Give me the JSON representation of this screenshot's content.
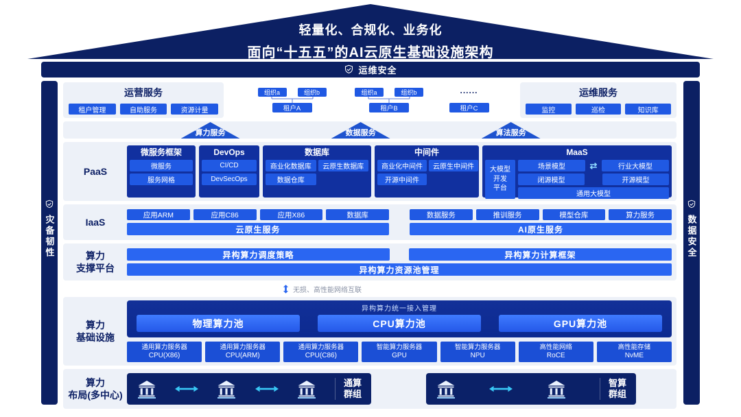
{
  "roof": {
    "line1": "轻量化、合规化、业务化",
    "line2": "面向“十五五”的AI云原生基础设施架构"
  },
  "security_band": {
    "label": "运维安全"
  },
  "left_pillar": {
    "label": "灾备韧性"
  },
  "right_pillar": {
    "label": "数据安全"
  },
  "top_row": {
    "operations": {
      "title": "运营服务",
      "buttons": [
        "租户管理",
        "自助服务",
        "资源计量"
      ]
    },
    "tenant_trees": [
      {
        "orgs": [
          "组织a",
          "组织b"
        ],
        "tenant": "租户A"
      },
      {
        "orgs": [
          "组织a",
          "组织b"
        ],
        "tenant": "租户B"
      },
      {
        "dots": "......",
        "tenant": "租户C"
      }
    ],
    "maintenance": {
      "title": "运维服务",
      "buttons": [
        "监控",
        "巡检",
        "知识库"
      ]
    }
  },
  "service_arrows": [
    {
      "label": "算力服务"
    },
    {
      "label": "数据服务"
    },
    {
      "label": "算法服务"
    }
  ],
  "paas": {
    "label": "PaaS",
    "groups": [
      {
        "title": "微服务框架",
        "items": [
          "微服务",
          "服务网格"
        ]
      },
      {
        "title": "DevOps",
        "items": [
          "CI/CD",
          "DevSecOps"
        ]
      },
      {
        "title": "数据库",
        "items": [
          "商业化数据库",
          "云原生数据库",
          "数据仓库"
        ]
      },
      {
        "title": "中间件",
        "items": [
          "商业化中间件",
          "云原生中间件",
          "开源中间件"
        ]
      }
    ],
    "maas": {
      "title": "MaaS",
      "platform": "大模型\n开发\n平台",
      "row1": [
        "场景模型",
        "行业大模型"
      ],
      "arrow": "⇄",
      "row2": [
        "闭源模型",
        "开源模型"
      ],
      "row3": "通用大模型"
    }
  },
  "iaas": {
    "label": "IaaS",
    "left": {
      "items": [
        "应用ARM",
        "应用C86",
        "应用X86",
        "数据库"
      ],
      "bar": "云原生服务"
    },
    "right": {
      "items": [
        "数据服务",
        "推训服务",
        "模型仓库",
        "算力服务"
      ],
      "bar": "AI原生服务"
    }
  },
  "support": {
    "label": "算力\n支撑平台",
    "bars": [
      "异构算力调度策略",
      "异构算力计算框架"
    ],
    "full_bar": "异构算力资源池管理"
  },
  "network_note": "无损、高性能网络互联",
  "infra": {
    "label": "算力\n基础设施",
    "box_title": "异构算力统一接入管理",
    "pools": [
      "物理算力池",
      "CPU算力池",
      "GPU算力池"
    ],
    "servers": [
      {
        "name": "通用算力服务器",
        "spec": "CPU(X86)"
      },
      {
        "name": "通用算力服务器",
        "spec": "CPU(ARM)"
      },
      {
        "name": "通用算力服务器",
        "spec": "CPU(C86)"
      },
      {
        "name": "智能算力服务器",
        "spec": "GPU"
      },
      {
        "name": "智能算力服务器",
        "spec": "NPU"
      },
      {
        "name": "高性能网络",
        "spec": "RoCE"
      },
      {
        "name": "高性能存储",
        "spec": "NvME"
      }
    ]
  },
  "clusters": {
    "label": "算力\n布局(多中心)",
    "left_group": {
      "label": "通算\n群组"
    },
    "right_group": {
      "label": "智算\n群组"
    }
  },
  "colors": {
    "navy": "#0c2063",
    "panel_bg": "#edf1f8",
    "group_blue": "#11309f",
    "button_blue": "#2059e3",
    "bar_blue": "#2a66f2",
    "server_blue": "#1b4fd6",
    "cluster_navy": "#0b2168",
    "cyan": "#39c8f6",
    "title_navy": "#0e2166",
    "note_gray": "#8b93a6"
  }
}
